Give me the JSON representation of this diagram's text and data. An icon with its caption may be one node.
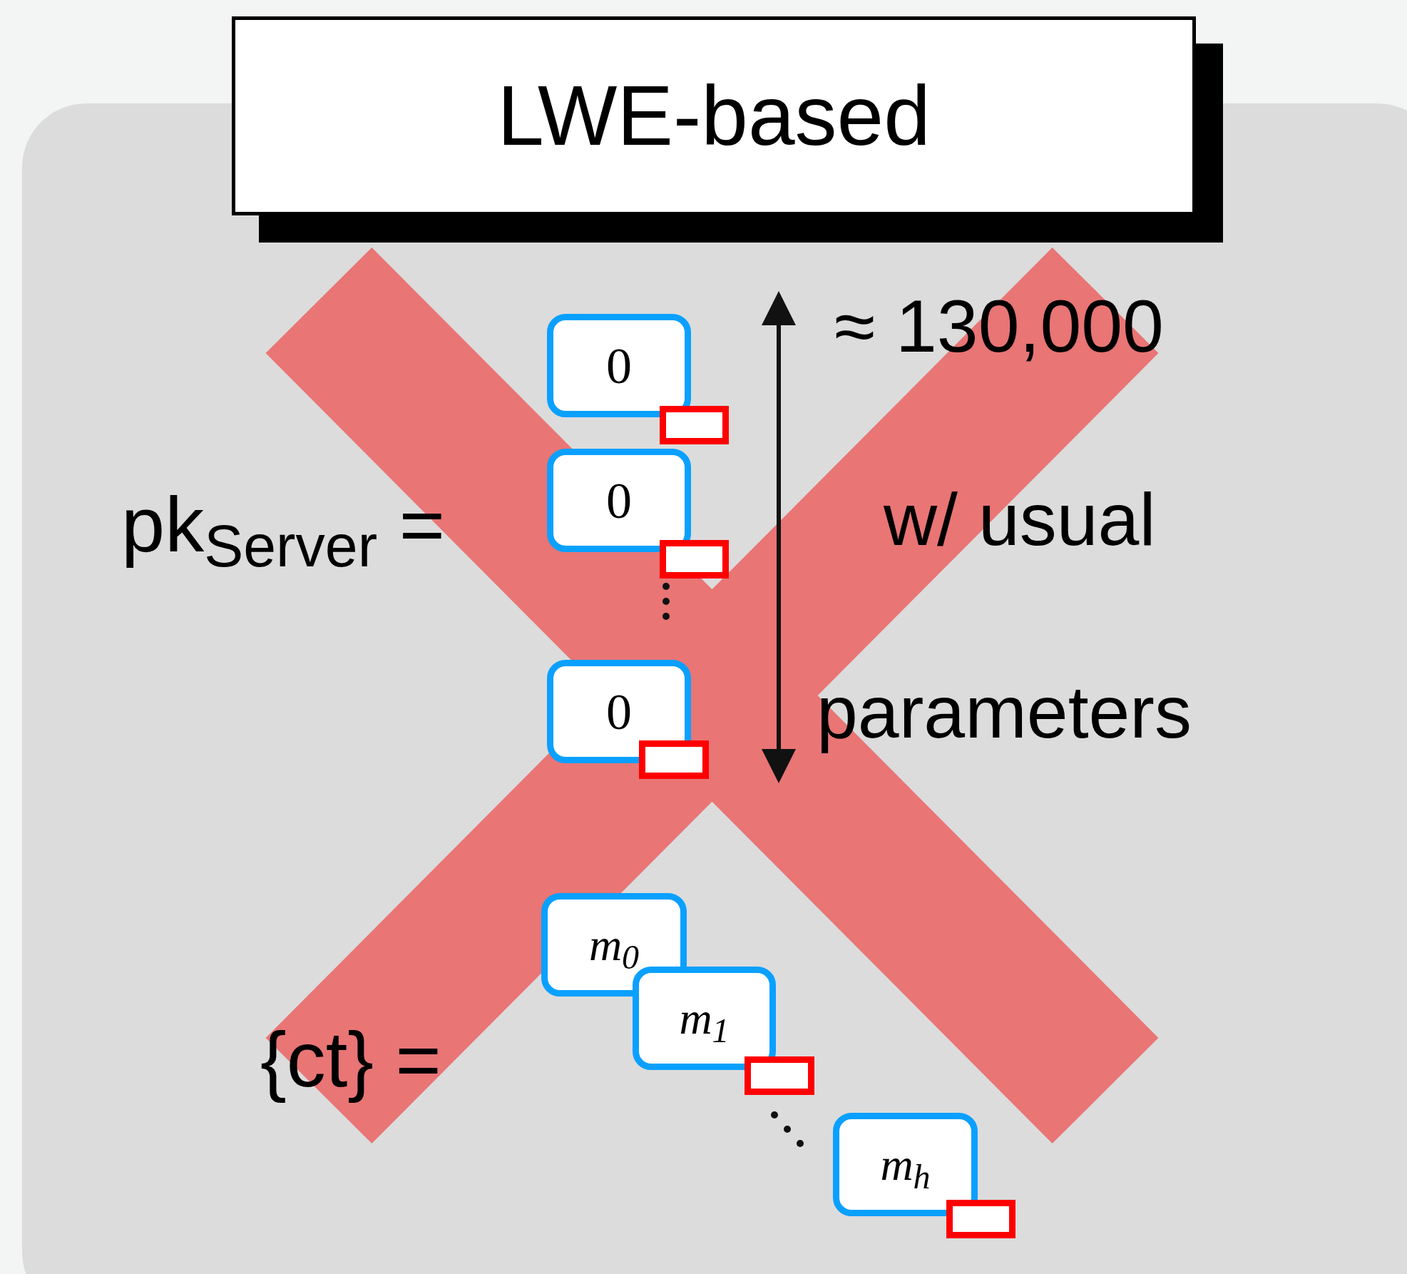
{
  "diagram": {
    "nodes": [
      {
        "text": [
          "LWE-based"
        ]
      },
      {
        "text": [
          "0"
        ]
      },
      {
        "text": [],
        "shape": "box"
      },
      {
        "text": [
          "0"
        ]
      },
      {
        "text": [],
        "shape": "box"
      },
      {
        "text": [
          "0"
        ]
      },
      {
        "text": [],
        "shape": "box"
      },
      {
        "text": [
          "m$_{0}$"
        ]
      },
      {
        "text": [
          "m$_{1}$"
        ]
      },
      {
        "text": [],
        "shape": "box"
      },
      {
        "text": [
          "m$_{h}$"
        ]
      },
      {
        "text": [],
        "shape": "box"
      }
    ],
    "edges": [],
    "labels": [
      "pk$_{Server}$ =",
      "≈ 130,000",
      "w/ usual",
      "parameters",
      "{ct} ="
    ]
  }
}
